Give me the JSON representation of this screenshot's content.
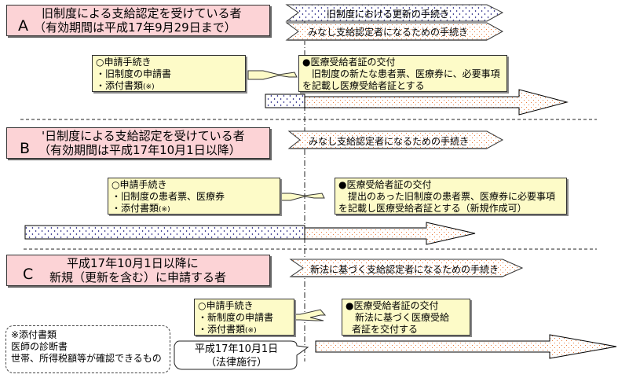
{
  "colors": {
    "label_bg": "#fcd3d6",
    "note_bg": "#fdfbc8",
    "dot_orange": "#e87a3a",
    "pattern_blue": "#1a1a80"
  },
  "timeline_marker": {
    "date": "平成17年10月1日",
    "event": "（法律施行）"
  },
  "sections": [
    {
      "letter": "A",
      "title_line1": "旧制度による支給認定を受けている者",
      "title_line2": "（有効期間は平成17年9月29日まで）",
      "banners": [
        {
          "text": "旧制度における更新の手続き",
          "fill": "blue-pattern"
        },
        {
          "text": "みなし支給認定者になるための手続き",
          "fill": "orange-dots"
        }
      ],
      "application": {
        "heading": "○申請手続き",
        "items": [
          "・旧制度の申請書",
          "・添付書類"
        ],
        "footnote_mark": "(※)"
      },
      "issuance": {
        "heading": "●医療受給者証の交付",
        "body_line1": "　旧制度の新たな患者票、医療券に、必要事項",
        "body_line2": "を記載し医療受給者証とする"
      }
    },
    {
      "letter": "B",
      "title_line1": "'日制度による支給認定を受けている者",
      "title_line2": "（有効期間は平成17年10月1日以降）",
      "banners": [
        {
          "text": "みなし支給認定者になるための手続き",
          "fill": "orange-dots"
        }
      ],
      "application": {
        "heading": "○申請手続き",
        "items": [
          "・旧制度の患者票、医療券",
          "・添付書類"
        ],
        "footnote_mark": "(※)"
      },
      "issuance": {
        "heading": "●医療受給者証の交付",
        "body_line1": "　提出のあった旧制度の患者票、医療券に必要事項",
        "body_line2": "を記載し医療受給者証とする（新規作成可）"
      }
    },
    {
      "letter": "C",
      "title_line1": "平成17年10月1日以降に",
      "title_line2": "新規（更新を含む）に申請する者",
      "banners": [
        {
          "text": "新法に基づく支給認定者になるための手続き",
          "fill": "orange-dots"
        }
      ],
      "application": {
        "heading": "○申請手続き",
        "items": [
          "・新制度の申請書",
          "・添付書類"
        ],
        "footnote_mark": "(※)"
      },
      "issuance": {
        "heading": "●医療受給者証の交付",
        "body_line1": "　新法に基づく医療受給",
        "body_line2": "者証を交付する"
      }
    }
  ],
  "attachments_note": {
    "title": "※添付書類",
    "items": [
      "医師の診断書",
      "世帯、所得税額等が確認できるもの"
    ]
  }
}
